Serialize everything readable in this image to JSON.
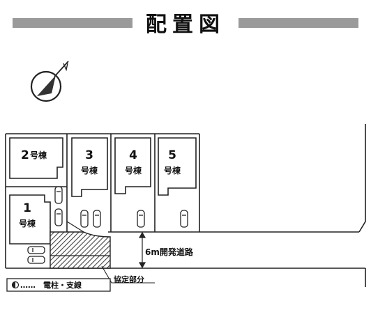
{
  "title": "配置図",
  "buildings": [
    {
      "number": "1",
      "suffix": "号棟"
    },
    {
      "number": "2",
      "suffix": "号棟"
    },
    {
      "number": "3",
      "suffix": "号棟"
    },
    {
      "number": "4",
      "suffix": "号棟"
    },
    {
      "number": "5",
      "suffix": "号棟"
    }
  ],
  "road_label": "6m開発道路",
  "agreement_label": "協定部分",
  "legend_dots": "……",
  "legend_text": "電柱・支線",
  "icons": [
    "compass-north-icon",
    "car-icon",
    "utility-pole-icon"
  ],
  "colors": {
    "title_bar": "#9a9a9a",
    "line": "#222222",
    "hatch": "#555555"
  }
}
